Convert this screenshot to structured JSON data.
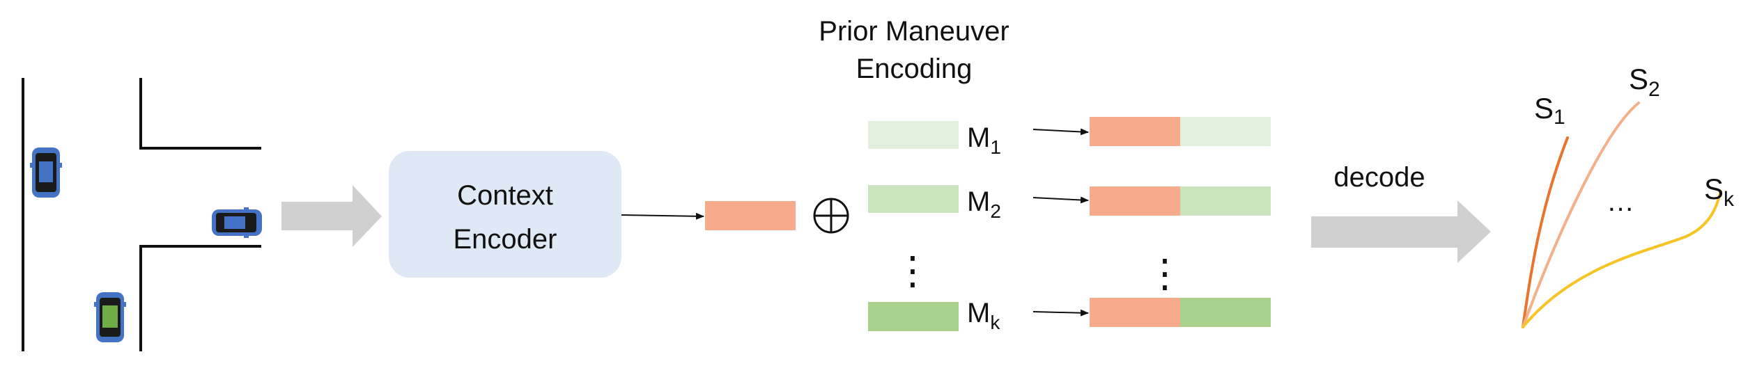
{
  "title": {
    "line1": "Prior Maneuver",
    "line2": "Encoding"
  },
  "context_encoder": {
    "line1": "Context",
    "line2": "Encoder",
    "fill": "#dfe9f5"
  },
  "oplus_symbol": "⊕",
  "maneuvers": [
    {
      "label_main": "M",
      "label_sub": "1",
      "fill": "#e2efdc"
    },
    {
      "label_main": "M",
      "label_sub": "2",
      "fill": "#c9e3bd"
    },
    {
      "label_main": "M",
      "label_sub": "k",
      "fill": "#a9d28f"
    }
  ],
  "ellipsis_vertical": "⋮",
  "context_embedding_color": "#f6ab8c",
  "decode_label": "decode",
  "trajectories": [
    {
      "label_main": "S",
      "label_sub": "1",
      "color": "#e8742d"
    },
    {
      "label_main": "S",
      "label_sub": "2",
      "color": "#f3b08a"
    },
    {
      "label_main": "S",
      "label_sub": "k",
      "color": "#f6c423"
    }
  ],
  "trajectory_ellipsis": "…",
  "vehicles": [
    {
      "name": "ego-vehicle",
      "color": "#4472c4"
    },
    {
      "name": "vehicle-left",
      "color": "#4472c4"
    },
    {
      "name": "vehicle-green",
      "color": "#70ad47"
    }
  ]
}
